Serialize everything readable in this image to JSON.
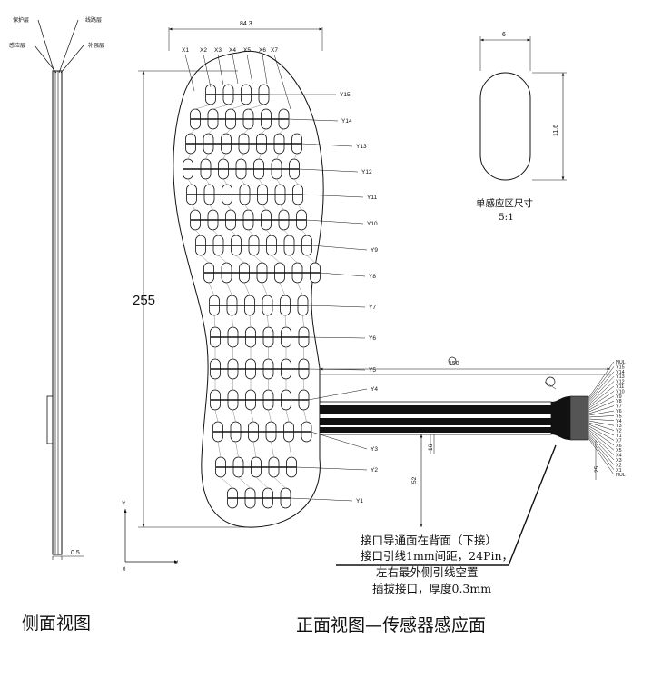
{
  "side_view": {
    "layers": [
      "保护层",
      "线路层",
      "感应层",
      "补强层"
    ],
    "thickness": "0.5",
    "caption": "侧面视图"
  },
  "front_view": {
    "caption": "正面视图—传感器感应面",
    "width": "84.3",
    "height": "255",
    "x_electrodes": [
      "X1",
      "X2",
      "X3",
      "X4",
      "X5",
      "X6",
      "X7"
    ],
    "y_electrodes": [
      "Y15",
      "Y14",
      "Y13",
      "Y12",
      "Y11",
      "Y10",
      "Y9",
      "Y8",
      "Y7",
      "Y6",
      "Y5",
      "Y4",
      "Y3",
      "Y2",
      "Y1"
    ],
    "tail_length": "150",
    "tail_width": "16",
    "tail_offset": "52",
    "connector_width": "25",
    "connector_pins": [
      "NUL",
      "Y15",
      "Y14",
      "Y13",
      "Y12",
      "Y11",
      "Y10",
      "Y9",
      "Y8",
      "Y7",
      "Y6",
      "Y5",
      "Y4",
      "Y3",
      "Y2",
      "Y1",
      "X7",
      "X6",
      "X5",
      "X4",
      "X3",
      "X2",
      "X1",
      "NUL"
    ],
    "axis_x": "X",
    "axis_y": "Y",
    "origin": "0"
  },
  "note_lines": [
    "接口导通面在背面（下接）",
    "接口引线1mm间距，24Pin，",
    "左右最外侧引线空置",
    "插拔接口，厚度0.3mm"
  ],
  "unit_detail": {
    "width": "6",
    "height": "11.6",
    "title": "单感应区尺寸",
    "scale": "5:1"
  }
}
